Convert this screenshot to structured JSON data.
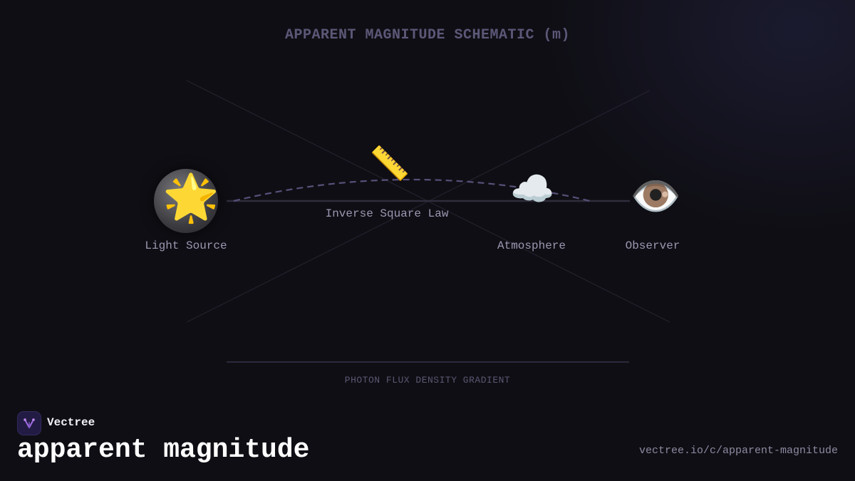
{
  "title": "APPARENT MAGNITUDE SCHEMATIC (m)",
  "nodes": {
    "source": {
      "label": "Light Source",
      "icon": "glowing-star-icon",
      "glyph": "🌟"
    },
    "law": {
      "label": "Inverse Square Law",
      "icon": "ruler-icon",
      "glyph": "📏"
    },
    "atmosphere": {
      "label": "Atmosphere",
      "icon": "cloud-icon",
      "glyph": "☁️"
    },
    "observer": {
      "label": "Observer",
      "icon": "eye-icon",
      "glyph": "👁️"
    }
  },
  "gradient_caption": "PHOTON FLUX DENSITY GRADIENT",
  "brand": {
    "name": "Vectree",
    "logo": "vectree-logo-icon"
  },
  "page_title": "apparent magnitude",
  "url": "vectree.io/c/apparent-magnitude",
  "colors": {
    "background": "#0f0e14",
    "accent": "#6a5fa8",
    "label": "#9c98b2",
    "title": "#5b5878"
  }
}
